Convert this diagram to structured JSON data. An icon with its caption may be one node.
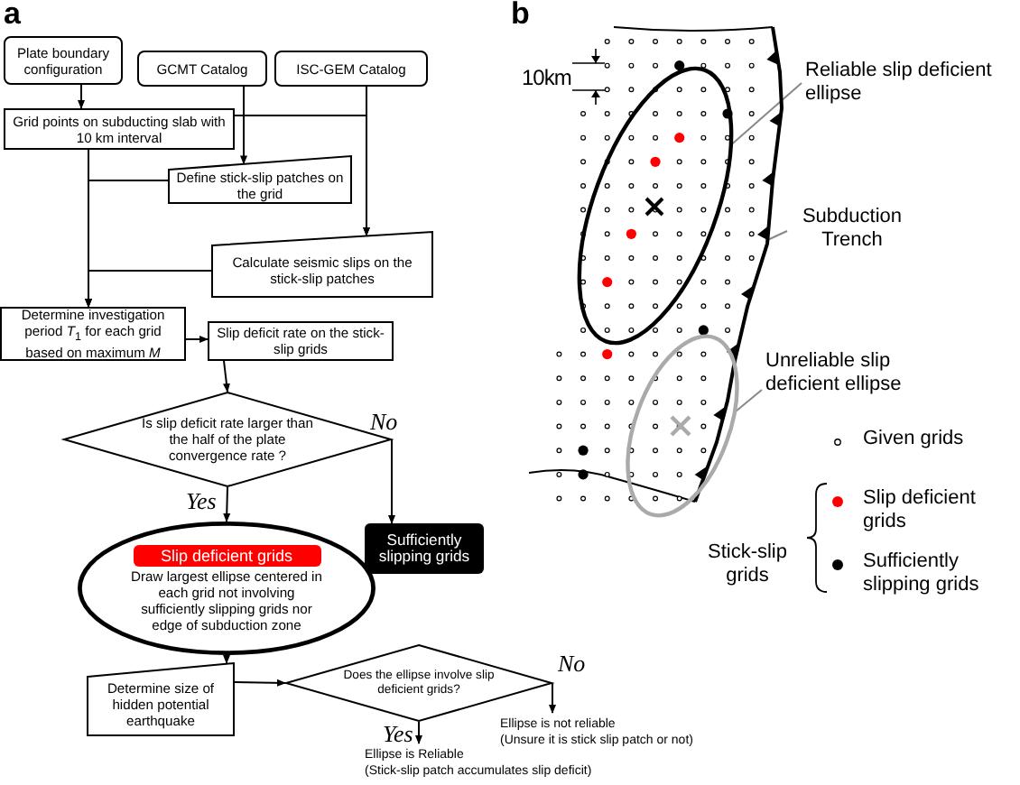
{
  "diagram": {
    "nodes": [
      {
        "text": [
          "Plate boundary configuration"
        ]
      },
      {
        "text": [
          "GCMT Catalog"
        ]
      },
      {
        "text": [
          "ISC-GEM Catalog"
        ]
      },
      {
        "text": [
          "Grid points on subducting slab with 10 km interval"
        ]
      },
      {
        "text": [
          "Define stick-slip patches on the grid"
        ]
      },
      {
        "text": [
          "Calculate seismic slips on the stick-slip patches"
        ]
      },
      {
        "text": [
          "Determine investigation period *T*$_{1}$ for each grid based on maximum *M*"
        ]
      },
      {
        "text": [
          "Slip deficit rate on the stick-slip grids"
        ]
      },
      {
        "text": [
          "Is slip deficit rate larger than the half of the plate convergence rate ?"
        ]
      },
      {
        "text": [
          "Slip deficient grids",
          "Draw largest ellipse centered in each grid not involving sufficiently slipping grids nor edge of subduction zone"
        ]
      },
      {
        "text": [
          "Sufficiently slipping grids"
        ]
      },
      {
        "text": [
          "Determine size of hidden potential earthquake"
        ]
      },
      {
        "text": [
          "Does the ellipse involve slip deficient grids?"
        ]
      },
      {
        "text": [
          "Ellipse is Reliable",
          "(Stick-slip patch accumulates slip deficit)"
        ]
      },
      {
        "text": [
          "Ellipse is not reliable",
          "(Unsure it is stick slip patch or not)"
        ]
      },
      {
        "text": [
          "Reliable slip deficient ellipse"
        ]
      },
      {
        "text": [],
        "shape": "ellipse"
      },
      {
        "text": [
          "Subduction Trench"
        ]
      },
      {
        "text": [],
        "shape": "line"
      },
      {
        "text": [
          "Unreliable slip deficient ellipse"
        ]
      },
      {
        "text": [],
        "shape": "ellipse"
      }
    ],
    "edges": [
      {
        "from": 0,
        "to": 3,
        "arrow": "to"
      },
      {
        "from": 1,
        "to": 4,
        "arrow": "to"
      },
      {
        "from": 2,
        "to": 5,
        "arrow": "to"
      },
      {
        "from": 3,
        "to": 5,
        "arrow": "to"
      },
      {
        "from": 4,
        "to": 6,
        "arrow": "to"
      },
      {
        "from": 5,
        "to": 6,
        "arrow": "to"
      },
      {
        "from": 3,
        "to": 6,
        "arrow": "to"
      },
      {
        "from": 6,
        "to": 7,
        "arrow": "to"
      },
      {
        "from": 7,
        "to": 8,
        "arrow": "to"
      },
      {
        "from": 8,
        "to": 9,
        "arrow": "to",
        "label": "Yes"
      },
      {
        "from": 8,
        "to": 10,
        "arrow": "to",
        "label": "No"
      },
      {
        "from": 9,
        "to": 11,
        "arrow": "to"
      },
      {
        "from": 11,
        "to": 12,
        "arrow": "to"
      },
      {
        "from": 12,
        "to": 13,
        "arrow": "to",
        "label": "Yes"
      },
      {
        "from": 12,
        "to": 14,
        "arrow": "to",
        "label": "No"
      },
      {
        "from": 15,
        "to": 16,
        "arrow": "none",
        "color": "#888888"
      },
      {
        "from": 17,
        "to": 18,
        "arrow": "none",
        "color": "#888888"
      },
      {
        "from": 19,
        "to": 20,
        "arrow": "none",
        "color": "#888888"
      }
    ],
    "labels": [
      "a",
      "b",
      "10km",
      "Stick-slip grids"
    ],
    "legend": [
      {
        "text": "Given grids"
      },
      {
        "text": "Slip deficient grids",
        "color": "#ff0000"
      },
      {
        "text": "Sufficiently slipping grids",
        "color": "#000000"
      }
    ]
  }
}
